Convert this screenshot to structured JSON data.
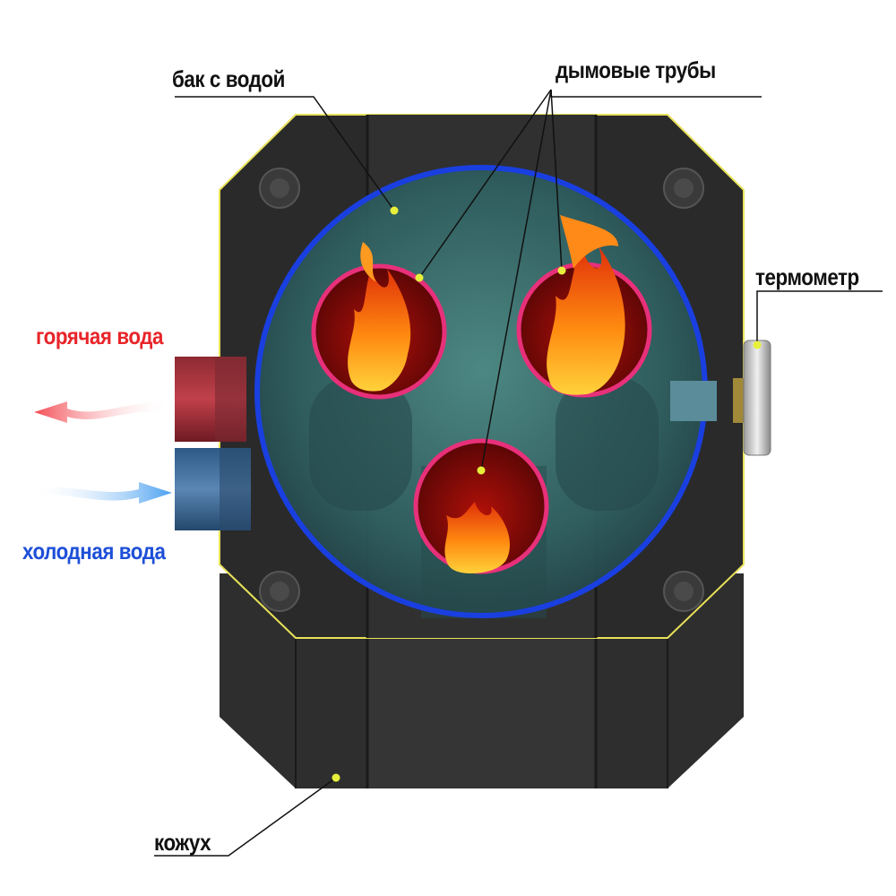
{
  "labels": {
    "tank": "бак с водой",
    "smoke_pipes": "дымовые трубы",
    "thermometer": "термометр",
    "hot_water": "горячая вода",
    "cold_water": "холодная вода",
    "casing": "кожух"
  },
  "colors": {
    "hot": "#e8252a",
    "cold": "#1d4fd8",
    "tank_outline": "#1a3fe0",
    "pipe_ring": "#e8307a",
    "marker": "#e6f03a",
    "body": "#2b2b2b",
    "rim": "#e8e25a"
  }
}
